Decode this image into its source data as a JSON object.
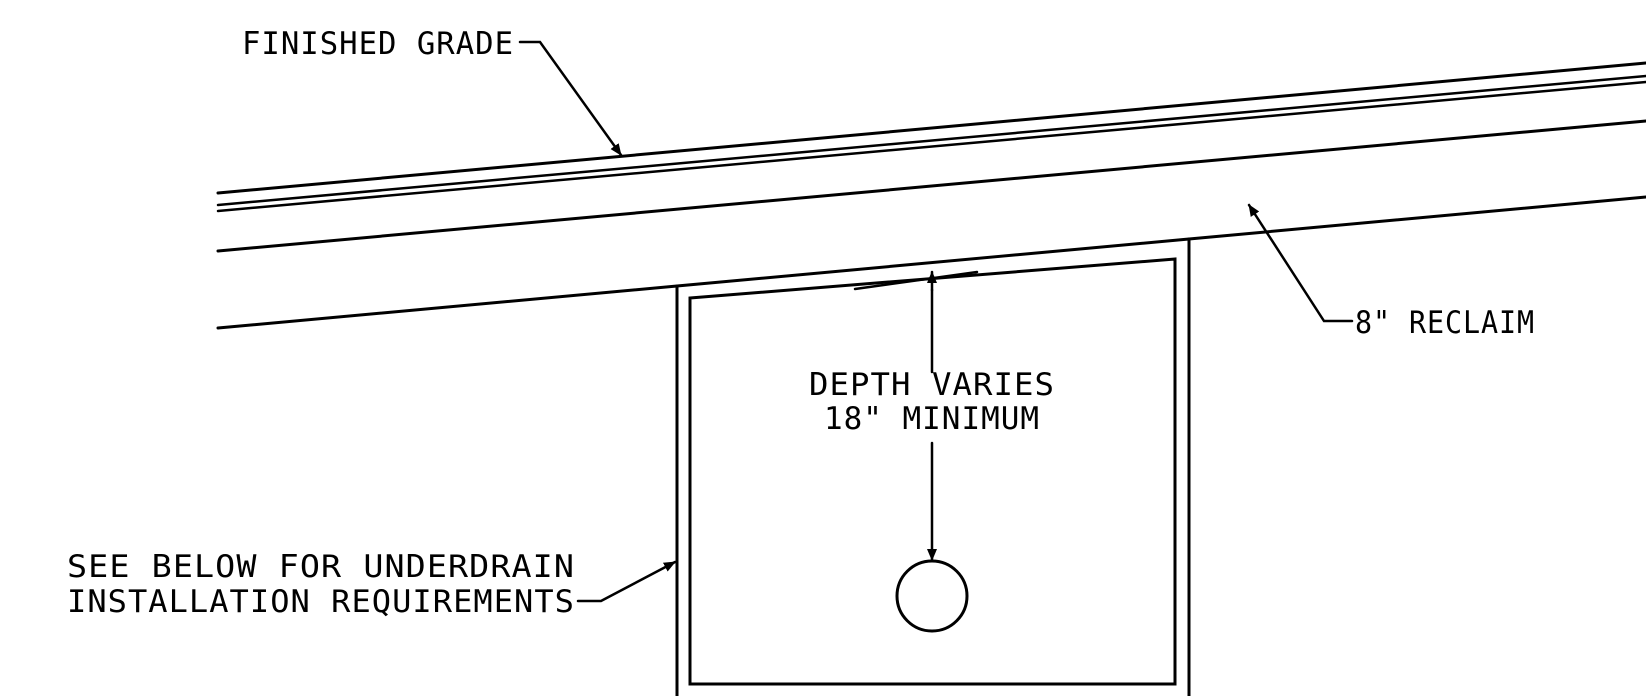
{
  "labels": {
    "finished_grade": "FINISHED GRADE",
    "reclaim": "8\" RECLAIM",
    "depth_line1": "DEPTH VARIES",
    "depth_line2": "18\" MINIMUM",
    "underdrain_line1": "SEE BELOW FOR UNDERDRAIN",
    "underdrain_line2": "INSTALLATION REQUIREMENTS"
  },
  "colors": {
    "ink": "#000000",
    "paper": "#ffffff"
  }
}
